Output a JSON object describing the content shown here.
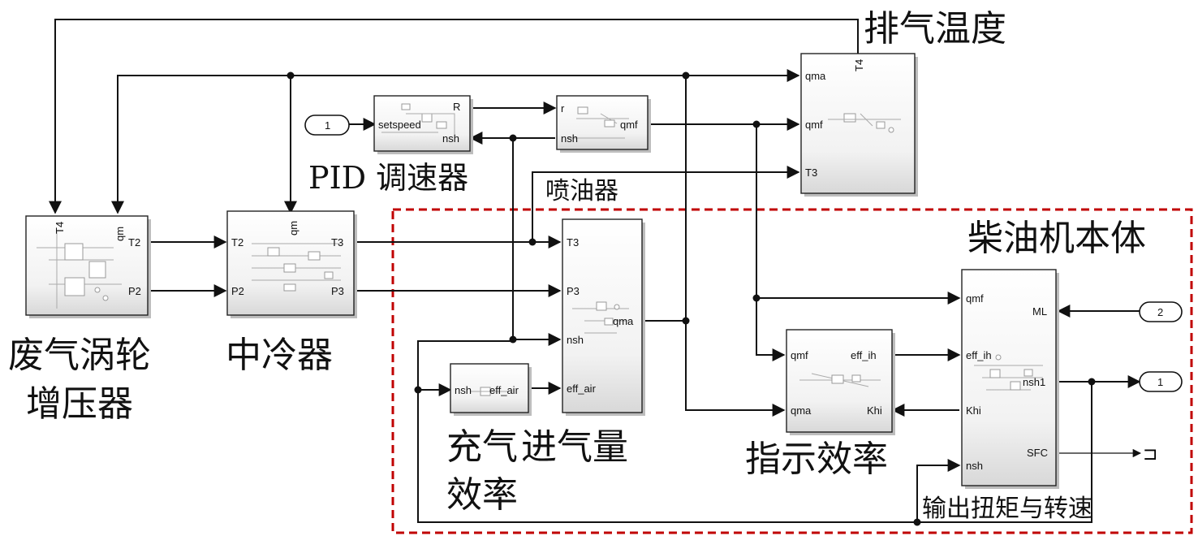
{
  "labels": {
    "exhaust_temp": "排气温度",
    "pid_governor": "PID 调速器",
    "injector": "喷油器",
    "diesel_body": "柴油机本体",
    "turbo_line1": "废气涡轮",
    "turbo_line2": "增压器",
    "intercooler": "中冷器",
    "charge_eff_line1": "充气",
    "charge_eff_line2": "效率",
    "intake_qty": "进气量",
    "indicated_eff": "指示效率",
    "output_torque": "输出扭矩与转速"
  },
  "ports": {
    "in1": "1",
    "in2": "2",
    "out1": "1",
    "terminator": "⊐",
    "pid": {
      "setspeed": "setspeed",
      "R": "R",
      "nsh": "nsh"
    },
    "injector": {
      "r": "r",
      "nsh": "nsh",
      "qmf": "qmf"
    },
    "exhaust": {
      "qma": "qma",
      "qmf": "qmf",
      "T3": "T3",
      "T4": "T4"
    },
    "turbo": {
      "T4": "T4",
      "qm": "qm",
      "T2": "T2",
      "P2": "P2"
    },
    "cooler": {
      "qm": "qm",
      "T2": "T2",
      "P2": "P2",
      "T3": "T3",
      "P3": "P3"
    },
    "intake": {
      "T3": "T3",
      "P3": "P3",
      "nsh": "nsh",
      "eff_air": "eff_air",
      "qma": "qma"
    },
    "charge": {
      "nsh": "nsh",
      "eff_air": "eff_air"
    },
    "indicated": {
      "qmf": "qmf",
      "qma": "qma",
      "eff_ih": "eff_ih",
      "Khi": "Khi"
    },
    "output": {
      "qmf": "qmf",
      "eff_ih": "eff_ih",
      "Khi": "Khi",
      "nsh": "nsh",
      "ML": "ML",
      "nsh1": "nsh1",
      "SFC": "SFC"
    }
  }
}
